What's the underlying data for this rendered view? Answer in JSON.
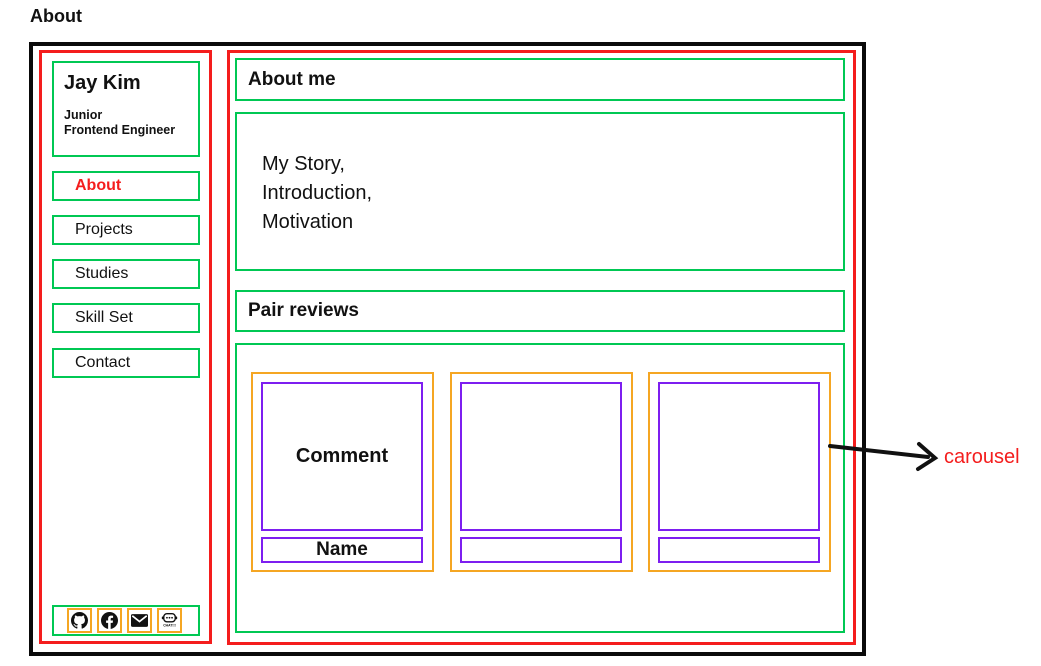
{
  "page": {
    "title": "About"
  },
  "colors": {
    "green": "#00c853",
    "red": "#f41d1d",
    "orange": "#f5a623",
    "purple": "#7d1ef0",
    "frame_black": "#0a0a0a"
  },
  "sidebar": {
    "profile": {
      "name": "Jay Kim",
      "role_lines": [
        "Junior",
        "Frontend Engineer"
      ]
    },
    "nav": [
      {
        "label": "About",
        "active": true
      },
      {
        "label": "Projects",
        "active": false
      },
      {
        "label": "Studies",
        "active": false
      },
      {
        "label": "Skill Set",
        "active": false
      },
      {
        "label": "Contact",
        "active": false
      }
    ],
    "social": [
      {
        "icon": "github-icon"
      },
      {
        "icon": "facebook-icon"
      },
      {
        "icon": "email-icon"
      },
      {
        "icon": "chat-icon",
        "label": "CHAT!!!"
      }
    ]
  },
  "main": {
    "about_header": "About me",
    "story_lines": [
      "My Story,",
      "Introduction,",
      "Motivation"
    ],
    "reviews_header": "Pair reviews",
    "cards": [
      {
        "comment": "Comment",
        "name": "Name"
      },
      {
        "comment": "",
        "name": ""
      },
      {
        "comment": "",
        "name": ""
      }
    ]
  },
  "annotation": {
    "label": "carousel"
  }
}
